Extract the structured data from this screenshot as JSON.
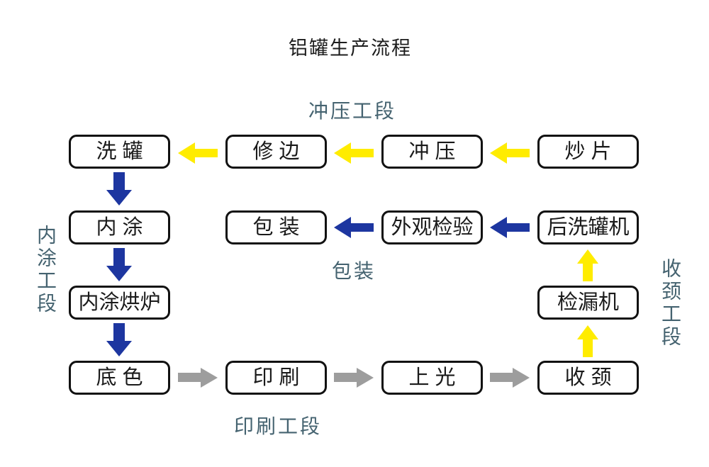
{
  "title": "铝罐生产流程",
  "colors": {
    "yellow": "#ffec00",
    "navy": "#1d36a0",
    "gray": "#9d9d9d",
    "teal": "#456370",
    "box_border": "#111111",
    "text": "#1a1a1a"
  },
  "sections": {
    "stamping": "冲压工段",
    "inner_coating": "内涂工段",
    "packing": "包装",
    "necking": "收颈工段",
    "printing": "印刷工段"
  },
  "boxes": [
    {
      "id": "wash-can",
      "label": "洗 罐"
    },
    {
      "id": "trimming",
      "label": "修 边"
    },
    {
      "id": "stamping",
      "label": "冲 压"
    },
    {
      "id": "sheet-frying",
      "label": "炒 片"
    },
    {
      "id": "inner-coating",
      "label": "内 涂"
    },
    {
      "id": "packing",
      "label": "包 装"
    },
    {
      "id": "appearance-inspection",
      "label": "外观检验"
    },
    {
      "id": "post-wash-machine",
      "label": "后洗罐机"
    },
    {
      "id": "inner-coating-oven",
      "label": "内涂烘炉"
    },
    {
      "id": "leak-detector",
      "label": "检漏机"
    },
    {
      "id": "base-color",
      "label": "底 色"
    },
    {
      "id": "printing",
      "label": "印 刷"
    },
    {
      "id": "varnishing",
      "label": "上 光"
    },
    {
      "id": "necking",
      "label": "收 颈"
    }
  ]
}
